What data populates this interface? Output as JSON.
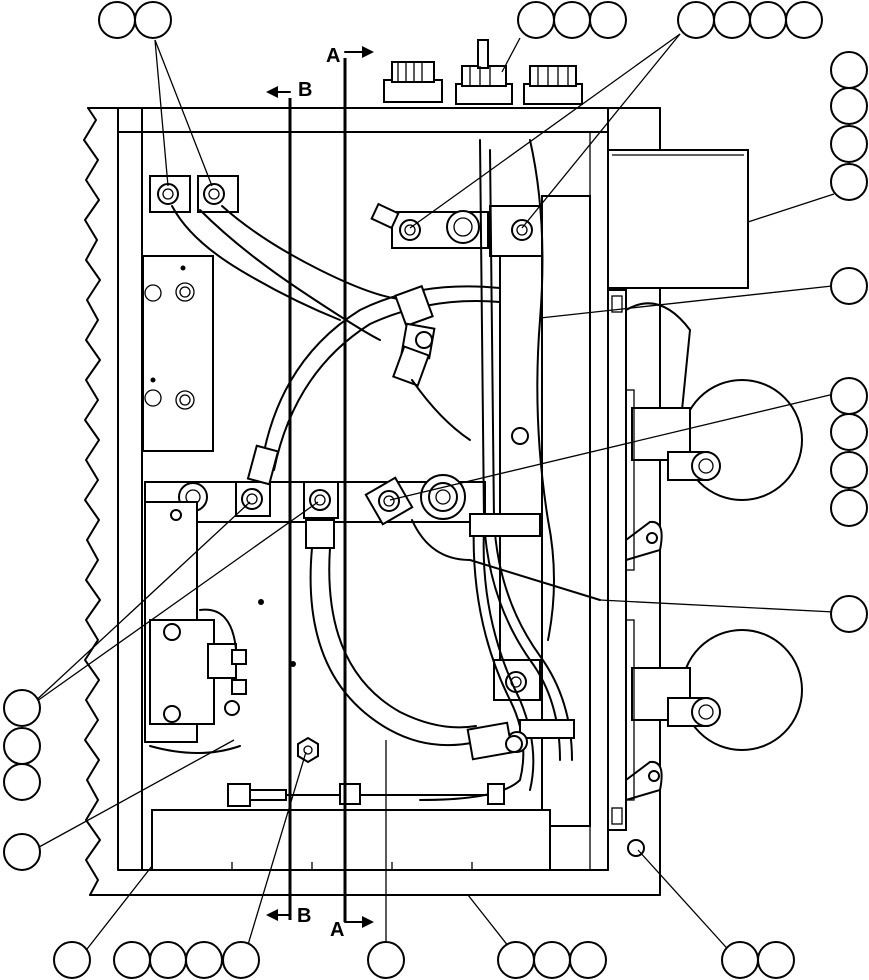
{
  "section_markers": {
    "a_top": "A",
    "a_bottom": "A",
    "b_top": "B",
    "b_bottom": "B"
  }
}
